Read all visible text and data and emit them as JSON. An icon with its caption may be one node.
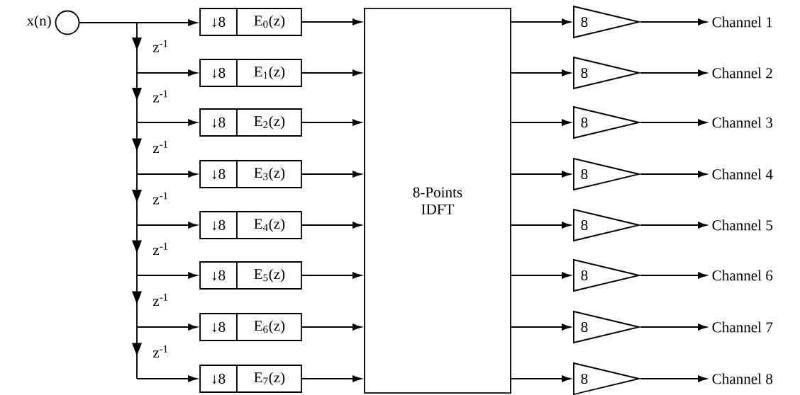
{
  "diagram": {
    "nodes": [
      {
        "text": [],
        "shape": "circle",
        "beside": [
          "x(n)"
        ]
      },
      {
        "text": [
          "↓8",
          "E$_{0}$(z)"
        ]
      },
      {
        "text": [
          "↓8",
          "E$_{1}$(z)"
        ]
      },
      {
        "text": [
          "↓8",
          "E$_{2}$(z)"
        ]
      },
      {
        "text": [
          "↓8",
          "E$_{3}$(z)"
        ]
      },
      {
        "text": [
          "↓8",
          "E$_{4}$(z)"
        ]
      },
      {
        "text": [
          "↓8",
          "E$_{5}$(z)"
        ]
      },
      {
        "text": [
          "↓8",
          "E$_{6}$(z)"
        ]
      },
      {
        "text": [
          "↓8",
          "E$_{7}$(z)"
        ]
      },
      {
        "text": [
          "8-Points IDFT"
        ]
      },
      {
        "text": [
          "8"
        ]
      },
      {
        "text": [
          "8"
        ]
      },
      {
        "text": [
          "8"
        ]
      },
      {
        "text": [
          "8"
        ]
      },
      {
        "text": [
          "8"
        ]
      },
      {
        "text": [
          "8"
        ]
      },
      {
        "text": [
          "8"
        ]
      },
      {
        "text": [
          "8"
        ]
      },
      {
        "text": [
          "Channel 1"
        ]
      },
      {
        "text": [
          "Channel 2"
        ]
      },
      {
        "text": [
          "Channel 3"
        ]
      },
      {
        "text": [
          "Channel 4"
        ]
      },
      {
        "text": [
          "Channel 5"
        ]
      },
      {
        "text": [
          "Channel 6"
        ]
      },
      {
        "text": [
          "Channel 7"
        ]
      },
      {
        "text": [
          "Channel 8"
        ]
      }
    ],
    "edges": [
      {
        "from": 0,
        "to": 1,
        "arrow": "to"
      },
      {
        "from": 0,
        "to": 2,
        "arrow": "to"
      },
      {
        "from": 0,
        "to": 3,
        "arrow": "to"
      },
      {
        "from": 0,
        "to": 4,
        "arrow": "to"
      },
      {
        "from": 0,
        "to": 5,
        "arrow": "to"
      },
      {
        "from": 0,
        "to": 6,
        "arrow": "to"
      },
      {
        "from": 0,
        "to": 7,
        "arrow": "to"
      },
      {
        "from": 0,
        "to": 8,
        "arrow": "to"
      },
      {
        "from": 1,
        "to": 9,
        "arrow": "to"
      },
      {
        "from": 2,
        "to": 9,
        "arrow": "to"
      },
      {
        "from": 3,
        "to": 9,
        "arrow": "to"
      },
      {
        "from": 4,
        "to": 9,
        "arrow": "to"
      },
      {
        "from": 5,
        "to": 9,
        "arrow": "to"
      },
      {
        "from": 6,
        "to": 9,
        "arrow": "to"
      },
      {
        "from": 7,
        "to": 9,
        "arrow": "to"
      },
      {
        "from": 8,
        "to": 9,
        "arrow": "to"
      },
      {
        "from": 9,
        "to": 10,
        "arrow": "to"
      },
      {
        "from": 9,
        "to": 11,
        "arrow": "to"
      },
      {
        "from": 9,
        "to": 12,
        "arrow": "to"
      },
      {
        "from": 9,
        "to": 13,
        "arrow": "to"
      },
      {
        "from": 9,
        "to": 14,
        "arrow": "to"
      },
      {
        "from": 9,
        "to": 15,
        "arrow": "to"
      },
      {
        "from": 9,
        "to": 16,
        "arrow": "to"
      },
      {
        "from": 9,
        "to": 17,
        "arrow": "to"
      },
      {
        "from": 10,
        "to": 18,
        "arrow": "to"
      },
      {
        "from": 11,
        "to": 19,
        "arrow": "to"
      },
      {
        "from": 12,
        "to": 20,
        "arrow": "to"
      },
      {
        "from": 13,
        "to": 21,
        "arrow": "to"
      },
      {
        "from": 14,
        "to": 22,
        "arrow": "to"
      },
      {
        "from": 15,
        "to": 23,
        "arrow": "to"
      },
      {
        "from": 16,
        "to": 24,
        "arrow": "to"
      },
      {
        "from": 17,
        "to": 25,
        "arrow": "to"
      }
    ],
    "labels": [
      "z$^{-1}$",
      "z$^{-1}$",
      "z$^{-1}$",
      "z$^{-1}$",
      "z$^{-1}$",
      "z$^{-1}$",
      "z$^{-1}$"
    ]
  }
}
